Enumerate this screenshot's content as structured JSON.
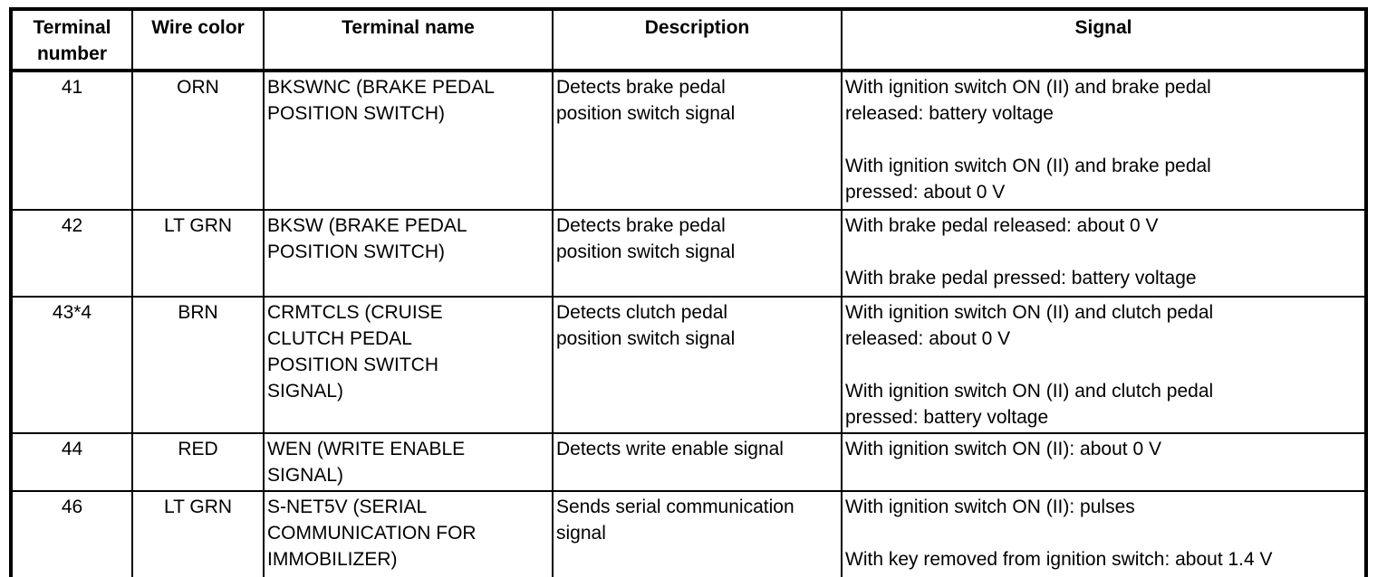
{
  "table": {
    "columns": [
      "Terminal number",
      "Wire color",
      "Terminal name",
      "Description",
      "Signal"
    ],
    "rows": [
      {
        "terminal_number": "41",
        "wire_color": "ORN",
        "terminal_name": "BKSWNC (BRAKE PEDAL\nPOSITION SWITCH)",
        "description": "Detects brake pedal\nposition switch signal",
        "signal": "With ignition switch ON (II) and brake pedal\nreleased: battery voltage\n\nWith ignition switch ON (II) and brake pedal\npressed: about 0 V"
      },
      {
        "terminal_number": "42",
        "wire_color": "LT GRN",
        "terminal_name": "BKSW (BRAKE PEDAL\nPOSITION SWITCH)",
        "description": "Detects brake pedal\nposition switch signal",
        "signal": "With brake pedal released: about 0 V\n\nWith brake pedal pressed: battery voltage"
      },
      {
        "terminal_number": "43*4",
        "wire_color": "BRN",
        "terminal_name": "CRMTCLS (CRUISE\nCLUTCH PEDAL\nPOSITION SWITCH\nSIGNAL)",
        "description": "Detects clutch pedal\nposition switch signal",
        "signal": "With ignition switch ON (II) and clutch pedal\nreleased: about 0 V\n\nWith ignition switch ON (II) and clutch pedal\npressed: battery voltage"
      },
      {
        "terminal_number": "44",
        "wire_color": "RED",
        "terminal_name": "WEN (WRITE ENABLE\nSIGNAL)",
        "description": "Detects write enable signal",
        "signal": "With ignition switch ON (II): about 0 V"
      },
      {
        "terminal_number": "46",
        "wire_color": "LT GRN",
        "terminal_name": "S-NET5V (SERIAL\nCOMMUNICATION FOR\nIMMOBILIZER)",
        "description": "Sends serial communication\nsignal",
        "signal": "With ignition switch ON (II): pulses\n\nWith key removed from ignition switch: about 1.4 V"
      }
    ]
  }
}
